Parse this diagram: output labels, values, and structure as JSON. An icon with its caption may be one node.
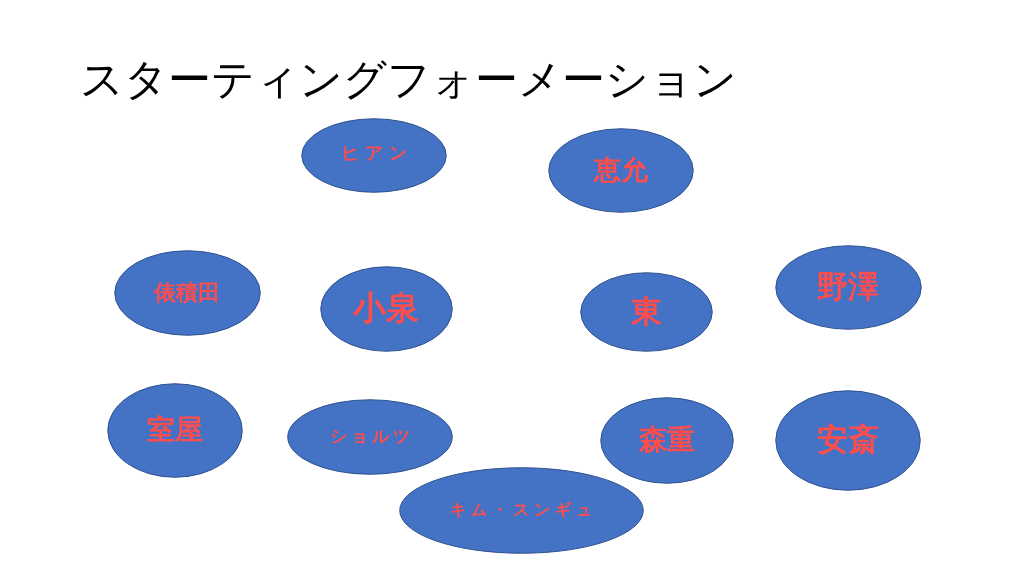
{
  "diagram": {
    "title": "スターティングフォーメーション",
    "nodes": [
      {
        "text": [
          "ヒアン"
        ]
      },
      {
        "text": [
          "恵允"
        ]
      },
      {
        "text": [
          "俵積田"
        ]
      },
      {
        "text": [
          "小泉"
        ]
      },
      {
        "text": [
          "東"
        ]
      },
      {
        "text": [
          "野澤"
        ]
      },
      {
        "text": [
          "室屋"
        ]
      },
      {
        "text": [
          "ショルツ"
        ]
      },
      {
        "text": [
          "森重"
        ]
      },
      {
        "text": [
          "安斎"
        ]
      },
      {
        "text": [
          "キム・スンギュ"
        ]
      }
    ]
  }
}
